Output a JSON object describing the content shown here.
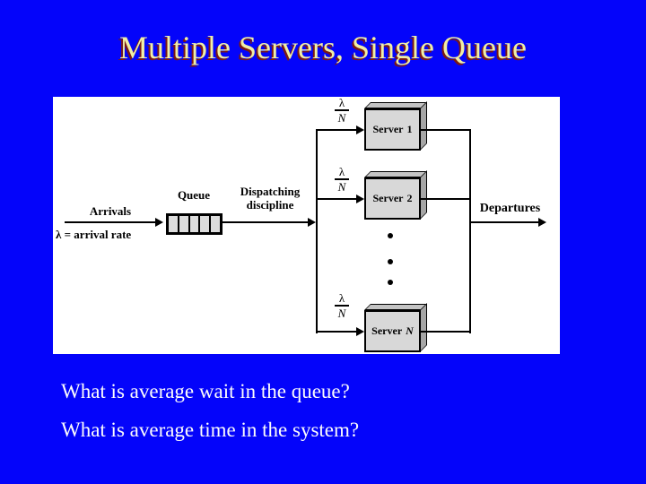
{
  "slide": {
    "title": "Multiple Servers, Single Queue",
    "question1": "What is average wait in the queue?",
    "question2": "What is average time in the system?"
  },
  "diagram": {
    "arrivals_label": "Arrivals",
    "arrival_rate_label": "λ = arrival rate",
    "queue_label": "Queue",
    "dispatching_line1": "Dispatching",
    "dispatching_line2": "discipline",
    "departures_label": "Departures",
    "fractions": [
      {
        "numerator": "λ",
        "denominator": "N"
      },
      {
        "numerator": "λ",
        "denominator": "N"
      },
      {
        "numerator": "λ",
        "denominator": "N"
      }
    ],
    "servers": [
      {
        "prefix": "Server",
        "id": "1"
      },
      {
        "prefix": "Server",
        "id": "2"
      },
      {
        "prefix": "Server",
        "id": "N"
      }
    ]
  },
  "colors": {
    "background": "#0404fa",
    "title_text": "#f0eea6",
    "title_shadow": "#7a1a14",
    "body_text": "#fcfcfc",
    "panel_bg": "#ffffff",
    "line": "#000000",
    "box_front": "#d8d8d8",
    "box_top": "#c4c4c4",
    "box_side": "#a6a6a6",
    "queue_cell": "#dcdcdc"
  }
}
